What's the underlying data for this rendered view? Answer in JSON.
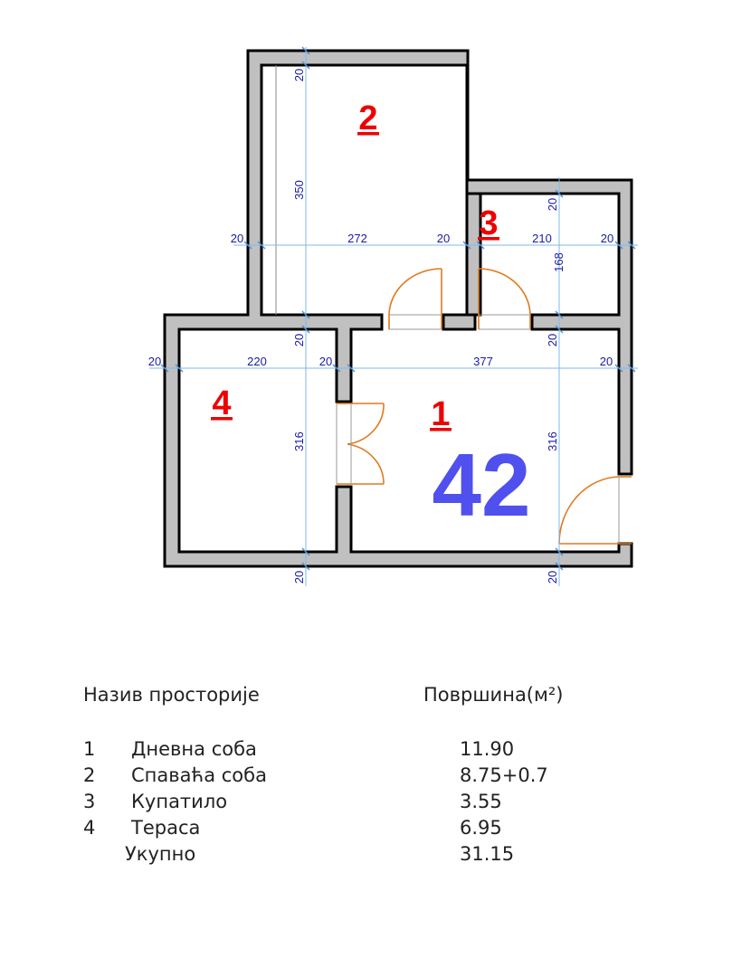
{
  "plan": {
    "big_label": "42",
    "rooms": [
      {
        "id": "1",
        "label": "1"
      },
      {
        "id": "2",
        "label": "2"
      },
      {
        "id": "3",
        "label": "3"
      },
      {
        "id": "4",
        "label": "4"
      }
    ],
    "dimensions": {
      "room2_top_wall": "20",
      "room2_height": "350",
      "row1_left_wall": "20",
      "room2_width": "272",
      "row1_mid_wall": "20",
      "room3_width": "210",
      "row1_right_wall": "20",
      "room3_top_wall": "20",
      "room3_height": "168",
      "mid_wall_left": "20",
      "mid_wall_right": "20",
      "row2_left_wall": "20",
      "room4_width": "220",
      "row2_mid_wall": "20",
      "room1_width": "377",
      "row2_right_wall": "20",
      "room4_height": "316",
      "room1_height": "316",
      "bottom_wall_left": "20",
      "bottom_wall_right": "20"
    },
    "colors": {
      "wall_fill": "#c0c0c0",
      "wall_stroke": "#000000",
      "door": "#e07a20",
      "dim_line": "#7fb8ea",
      "dim_text": "#1a1aa8",
      "room_label": "#ee0000",
      "big_label": "#5050ee"
    }
  },
  "legend": {
    "header_name": "Назив просторије",
    "header_area": "Површина(м²)",
    "rows": [
      {
        "num": "1",
        "name": "Дневна соба",
        "area": "11.90"
      },
      {
        "num": "2",
        "name": "Спаваћа соба",
        "area": "8.75+0.7"
      },
      {
        "num": "3",
        "name": "Купатило",
        "area": "3.55"
      },
      {
        "num": "4",
        "name": "Тераса",
        "area": "6.95"
      }
    ],
    "total_label": "Укупно",
    "total_area": "31.15"
  }
}
